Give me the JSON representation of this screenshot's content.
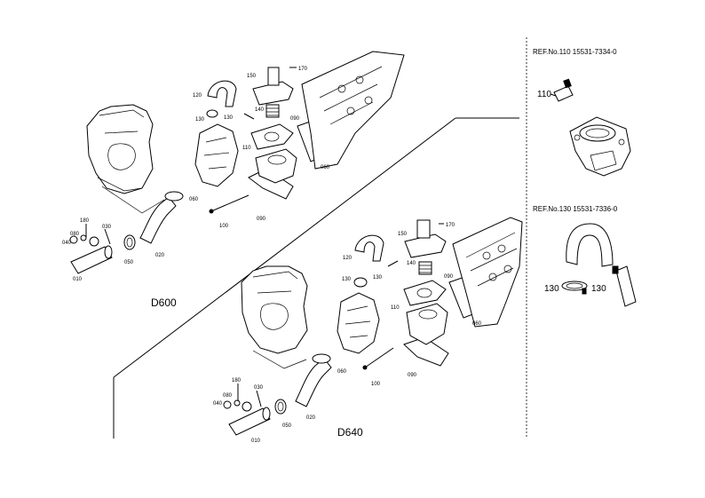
{
  "models": {
    "upper": "D600",
    "lower": "D640"
  },
  "upper_labels": {
    "p010": "010",
    "p020": "020",
    "p030": "030",
    "p040": "040",
    "p050": "050",
    "p060": "060",
    "p080": "080",
    "p090": "090",
    "p100": "100",
    "p110": "110",
    "p120": "120",
    "p130a": "130",
    "p130b": "130",
    "p140": "140",
    "p150": "150",
    "p170": "170",
    "p180": "180",
    "p090b": "090",
    "p060b": "060"
  },
  "lower_labels": {
    "p010": "010",
    "p020": "020",
    "p030": "030",
    "p040": "040",
    "p050": "050",
    "p060": "060",
    "p080": "080",
    "p090": "090",
    "p100": "100",
    "p110": "110",
    "p120": "120",
    "p130a": "130",
    "p130b": "130",
    "p140": "140",
    "p150": "150",
    "p170": "170",
    "p180": "180",
    "p090b": "090",
    "p060b": "060"
  },
  "references": {
    "ref110": {
      "title": "REF.No.110  15531-7334-0",
      "label": "110"
    },
    "ref130": {
      "title": "REF.No.130  15531-7336-0",
      "label_a": "130",
      "label_b": "130"
    }
  }
}
